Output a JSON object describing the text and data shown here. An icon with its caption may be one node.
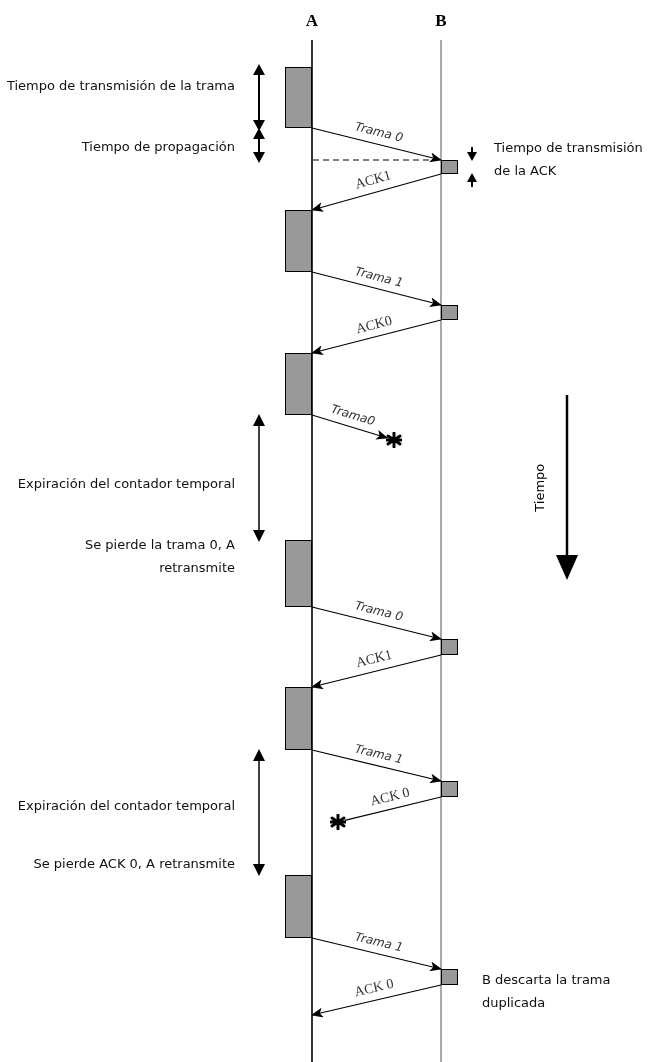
{
  "diagram": {
    "nodes": [
      {
        "text": [],
        "shape": "bar"
      },
      {
        "text": [],
        "shape": "bar"
      },
      {
        "text": [],
        "shape": "bar"
      },
      {
        "text": [],
        "shape": "bar"
      },
      {
        "text": [],
        "shape": "bar"
      },
      {
        "text": [],
        "shape": "star"
      },
      {
        "text": [],
        "shape": "bar"
      },
      {
        "text": [],
        "shape": "bar"
      },
      {
        "text": [],
        "shape": "bar"
      },
      {
        "text": [],
        "shape": "bar"
      },
      {
        "text": [],
        "shape": "star"
      },
      {
        "text": [],
        "shape": "bar"
      },
      {
        "text": [],
        "shape": "bar"
      }
    ],
    "edges": [
      {
        "from": 0,
        "to": 1,
        "arrow": "to",
        "label": "Trama 0"
      },
      {
        "from": 1,
        "to": 2,
        "arrow": "to",
        "label": "ACK1"
      },
      {
        "from": 2,
        "to": 3,
        "arrow": "to",
        "label": "Trama 1"
      },
      {
        "from": 3,
        "to": 4,
        "arrow": "to",
        "label": "ACK0"
      },
      {
        "from": 4,
        "to": 5,
        "arrow": "to",
        "label": "Trama0"
      },
      {
        "from": 6,
        "to": 7,
        "arrow": "to",
        "label": "Trama 0"
      },
      {
        "from": 7,
        "to": 8,
        "arrow": "to",
        "label": "ACK1"
      },
      {
        "from": 8,
        "to": 9,
        "arrow": "to",
        "label": "Trama 1"
      },
      {
        "from": 9,
        "to": 10,
        "arrow": "none",
        "label": "ACK 0"
      },
      {
        "from": 11,
        "to": 12,
        "arrow": "to",
        "label": "Trama 1"
      },
      {
        "from": 12,
        "to": null,
        "arrow": "to",
        "label": "ACK 0"
      }
    ],
    "labels": [
      "A",
      "B",
      "Tiempo de transmisión de la trama",
      "Tiempo de propagación",
      "Tiempo de transmisión de la ACK",
      "Expiración del contador temporal",
      "Se pierde la trama 0, A retransmite",
      "Tiempo",
      "Expiración del contador temporal",
      "Se pierde ACK 0, A retransmite",
      "B descarta la trama duplicada"
    ]
  }
}
